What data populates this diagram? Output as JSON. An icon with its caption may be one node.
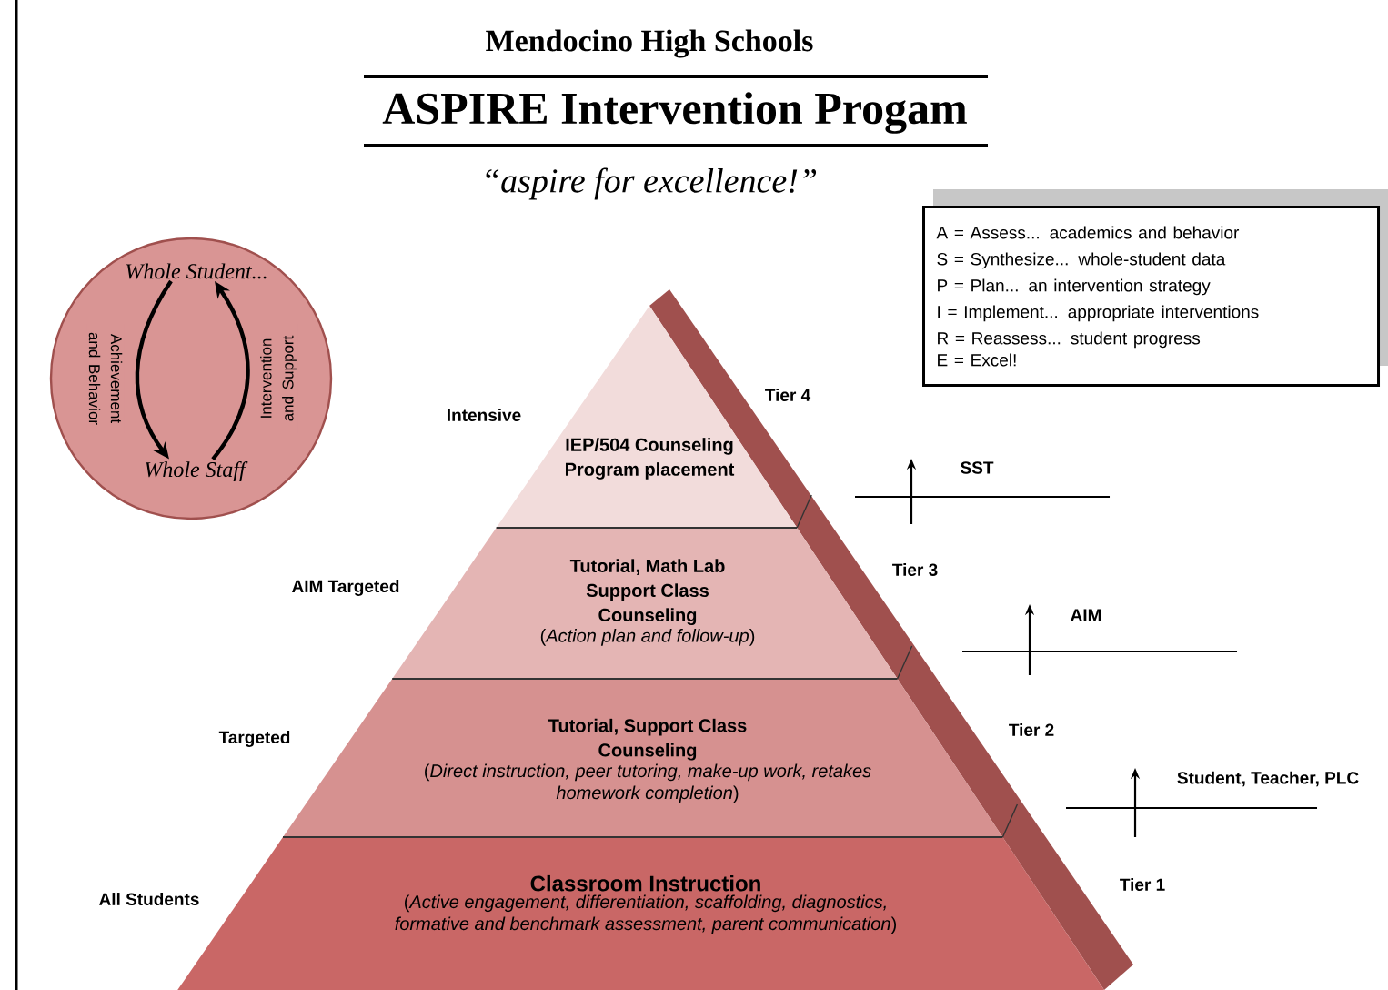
{
  "diagram": {
    "title": "ASPIRE Intervention Progam",
    "nodes": [
      {
        "text": [],
        "shape": "circle"
      },
      {
        "text": [
          "Whole Student..."
        ],
        "in": 0
      },
      {
        "text": [
          "Whole Staff"
        ],
        "in": 0
      },
      {
        "text": [
          "A = Assess... academics and behavior",
          "S = Synthesize... whole-student data",
          "P = Plan... an intervention strategy",
          "I = Implement... appropriate interventions",
          "R = Reassess... student progress",
          "E = Excel!"
        ]
      },
      {
        "text": [
          "IEP/504 Counseling Program placement"
        ],
        "beside": [
          "Intensive",
          "Tier 4"
        ]
      },
      {
        "text": [
          "Tutorial, Math Lab Support Class Counseling",
          "(*Action plan and follow-up*)"
        ],
        "beside": [
          "AIM Targeted",
          "Tier 3"
        ]
      },
      {
        "text": [
          "Tutorial, Support Class Counseling",
          "(*Direct instruction, peer tutoring, make-up work, retakes homework completion*)"
        ],
        "beside": [
          "Targeted",
          "Tier 2"
        ]
      },
      {
        "text": [
          "Classroom Instruction",
          "(*Active engagement, differentiation, scaffolding, diagnostics, formative and benchmark assessment, parent communication*)"
        ],
        "beside": [
          "All Students",
          "Tier 1"
        ]
      }
    ],
    "edges": [
      {
        "from": 1,
        "to": 2,
        "arrow": "to",
        "label": "Achievement and Behavior"
      },
      {
        "from": 2,
        "to": 1,
        "arrow": "to",
        "label": "Intervention and Support"
      }
    ],
    "labels": [
      "Mendocino High Schools",
      "“aspire for excellence!”",
      "SST",
      "AIM",
      "Student, Teacher, PLC"
    ]
  }
}
